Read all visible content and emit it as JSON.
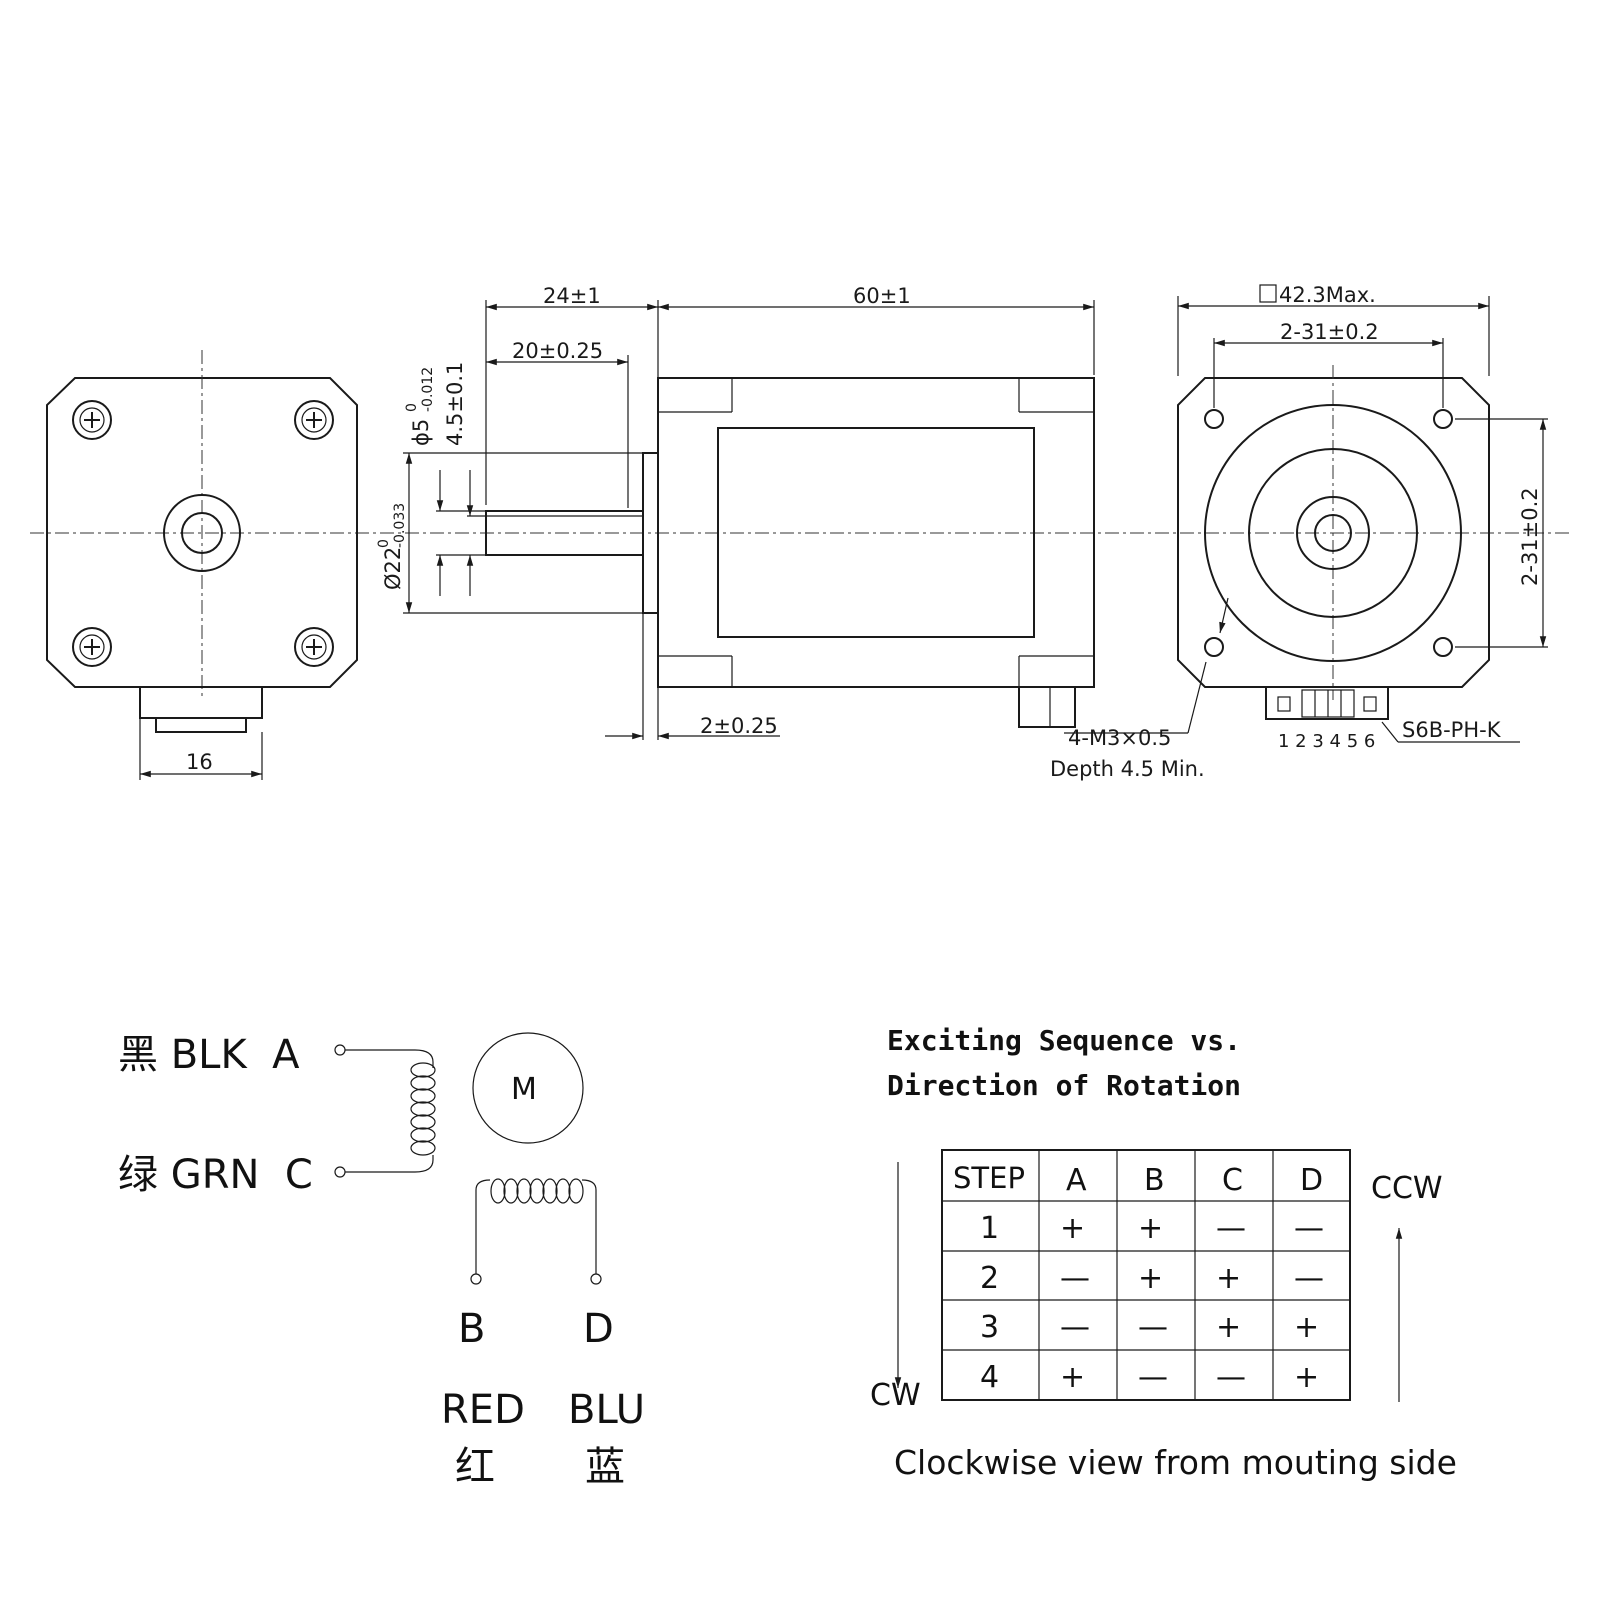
{
  "dimensions": {
    "len_24": "24±1",
    "len_60": "60±1",
    "square_max": "42.3Max.",
    "hole_spacing_h": "2-31±0.2",
    "hole_spacing_v": "2-31±0.2",
    "shaft_flat_len": "20±0.25",
    "shaft_dia_base": "ϕ5",
    "shaft_dia_tol_upper": "0",
    "shaft_dia_tol_lower": "-0.012",
    "flat_depth": "4.5±0.1",
    "boss_dia_base": "Ø22",
    "boss_dia_tol_upper": "0",
    "boss_dia_tol_lower": "-0.033",
    "boss_height": "2±0.25",
    "connector_width": "16",
    "thread_spec": "4-M3×0.5",
    "thread_depth": "Depth 4.5 Min.",
    "connector_pins": "1 2 3 4 5 6",
    "connector_model": "S6B-PH-K"
  },
  "wiring": {
    "wire_a": "黑 BLK  A",
    "wire_c": "绿 GRN  C",
    "motor_symbol": "M",
    "terminal_b": "B",
    "terminal_d": "D",
    "color_b_en": "RED",
    "color_b_cn": "红",
    "color_d_en": "BLU",
    "color_d_cn": "蓝"
  },
  "sequence": {
    "title_line1": "Exciting Sequence vs.",
    "title_line2": "Direction of Rotation",
    "headers": [
      "STEP",
      "A",
      "B",
      "C",
      "D"
    ],
    "rows": [
      [
        "1",
        "+",
        "+",
        "—",
        "—"
      ],
      [
        "2",
        "—",
        "+",
        "+",
        "—"
      ],
      [
        "3",
        "—",
        "—",
        "+",
        "+"
      ],
      [
        "4",
        "+",
        "—",
        "—",
        "+"
      ]
    ],
    "cw_label": "CW",
    "ccw_label": "CCW",
    "footer": "Clockwise view from mouting side"
  }
}
